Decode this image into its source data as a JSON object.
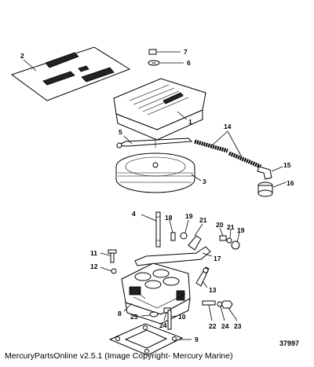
{
  "diagram": {
    "callouts": [
      {
        "key": "c2",
        "label": "2"
      },
      {
        "key": "c7",
        "label": "7"
      },
      {
        "key": "c6",
        "label": "6"
      },
      {
        "key": "c1",
        "label": "1"
      },
      {
        "key": "c14",
        "label": "14"
      },
      {
        "key": "c5",
        "label": "5"
      },
      {
        "key": "c15",
        "label": "15"
      },
      {
        "key": "c16",
        "label": "16"
      },
      {
        "key": "c3",
        "label": "3"
      },
      {
        "key": "c4",
        "label": "4"
      },
      {
        "key": "c19a",
        "label": "19"
      },
      {
        "key": "c21a",
        "label": "21"
      },
      {
        "key": "c20",
        "label": "20"
      },
      {
        "key": "c21b",
        "label": "21"
      },
      {
        "key": "c19b",
        "label": "19"
      },
      {
        "key": "c18",
        "label": "18"
      },
      {
        "key": "c11",
        "label": "11"
      },
      {
        "key": "c17",
        "label": "17"
      },
      {
        "key": "c12",
        "label": "12"
      },
      {
        "key": "c13",
        "label": "13"
      },
      {
        "key": "c8",
        "label": "8"
      },
      {
        "key": "c25",
        "label": "25"
      },
      {
        "key": "c24a",
        "label": "24"
      },
      {
        "key": "c10",
        "label": "10"
      },
      {
        "key": "c22",
        "label": "22"
      },
      {
        "key": "c24b",
        "label": "24"
      },
      {
        "key": "c23",
        "label": "23"
      },
      {
        "key": "c9",
        "label": "9"
      }
    ],
    "drawing_number": "37997"
  },
  "footer": {
    "copyright": "MercuryPartsOnline v2.5.1 (Image Copyright- Mercury Marine)"
  }
}
